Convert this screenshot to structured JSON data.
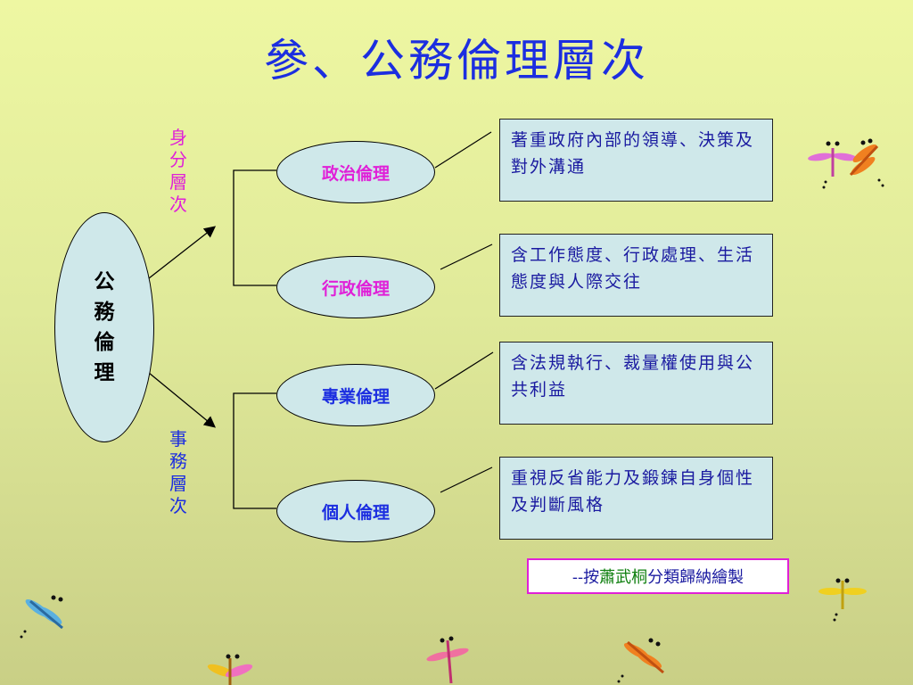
{
  "title": "參、公務倫理層次",
  "root": {
    "label": "公務倫理"
  },
  "levels": [
    {
      "label": "身分層次",
      "color": "#e020d8"
    },
    {
      "label": "事務層次",
      "color": "#1c2ee0"
    }
  ],
  "ethics": [
    {
      "label": "政治倫理",
      "description": "著重政府內部的領導、決策及對外溝通"
    },
    {
      "label": "行政倫理",
      "description": "含工作態度、行政處理、生活態度與人際交往"
    },
    {
      "label": "專業倫理",
      "description": "含法規執行、裁量權使用與公共利益"
    },
    {
      "label": "個人倫理",
      "description": "重視反省能力及鍛鍊自身個性及判斷風格"
    }
  ],
  "credit": {
    "prefix": "--按",
    "name": "蕭武桐",
    "suffix": "分類歸納繪製"
  },
  "colors": {
    "accent_magenta": "#e020d8",
    "accent_blue": "#1c2ee0",
    "box_fill": "#cfe8ea",
    "credit_name": "#108010"
  },
  "decorations": [
    "dragonfly-icon",
    "dragonfly-icon",
    "dragonfly-icon",
    "dragonfly-icon",
    "dragonfly-icon",
    "dragonfly-icon",
    "dragonfly-icon",
    "dragonfly-icon"
  ]
}
